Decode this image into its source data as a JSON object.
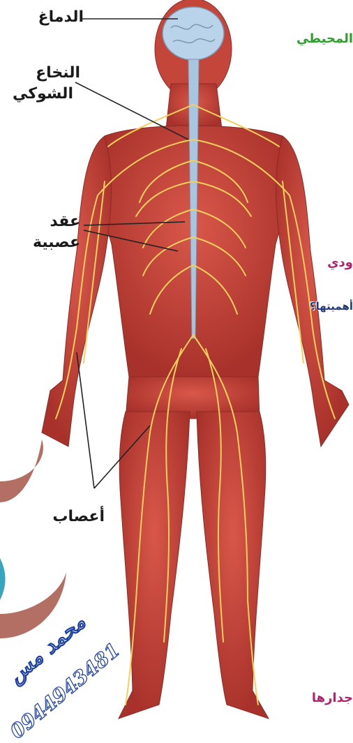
{
  "labels": {
    "brain": "الدماغ",
    "spinal_cord_1": "النخاع",
    "spinal_cord_2": "الشوكي",
    "ganglia_1": "عقد",
    "ganglia_2": "عصبية",
    "nerves": "أعصاب"
  },
  "side_text": {
    "peripheral": "المحيطي",
    "wadi": "ودي",
    "importance": "أهميتها؟",
    "walls": "جدارها"
  },
  "watermark": {
    "name": "محمد مس",
    "phone": "0944943481"
  },
  "colors": {
    "muscle": "#c8443a",
    "nerve": "#f2d15a",
    "brain": "#b9d3ea",
    "spine": "#a9c6e0",
    "peripheral_text": "#2f9e2f",
    "wadi_text": "#b0246b",
    "importance_text": "#1f3a7a",
    "walls_text": "#b0246b",
    "watermark_outline": "#1b3fa0"
  }
}
